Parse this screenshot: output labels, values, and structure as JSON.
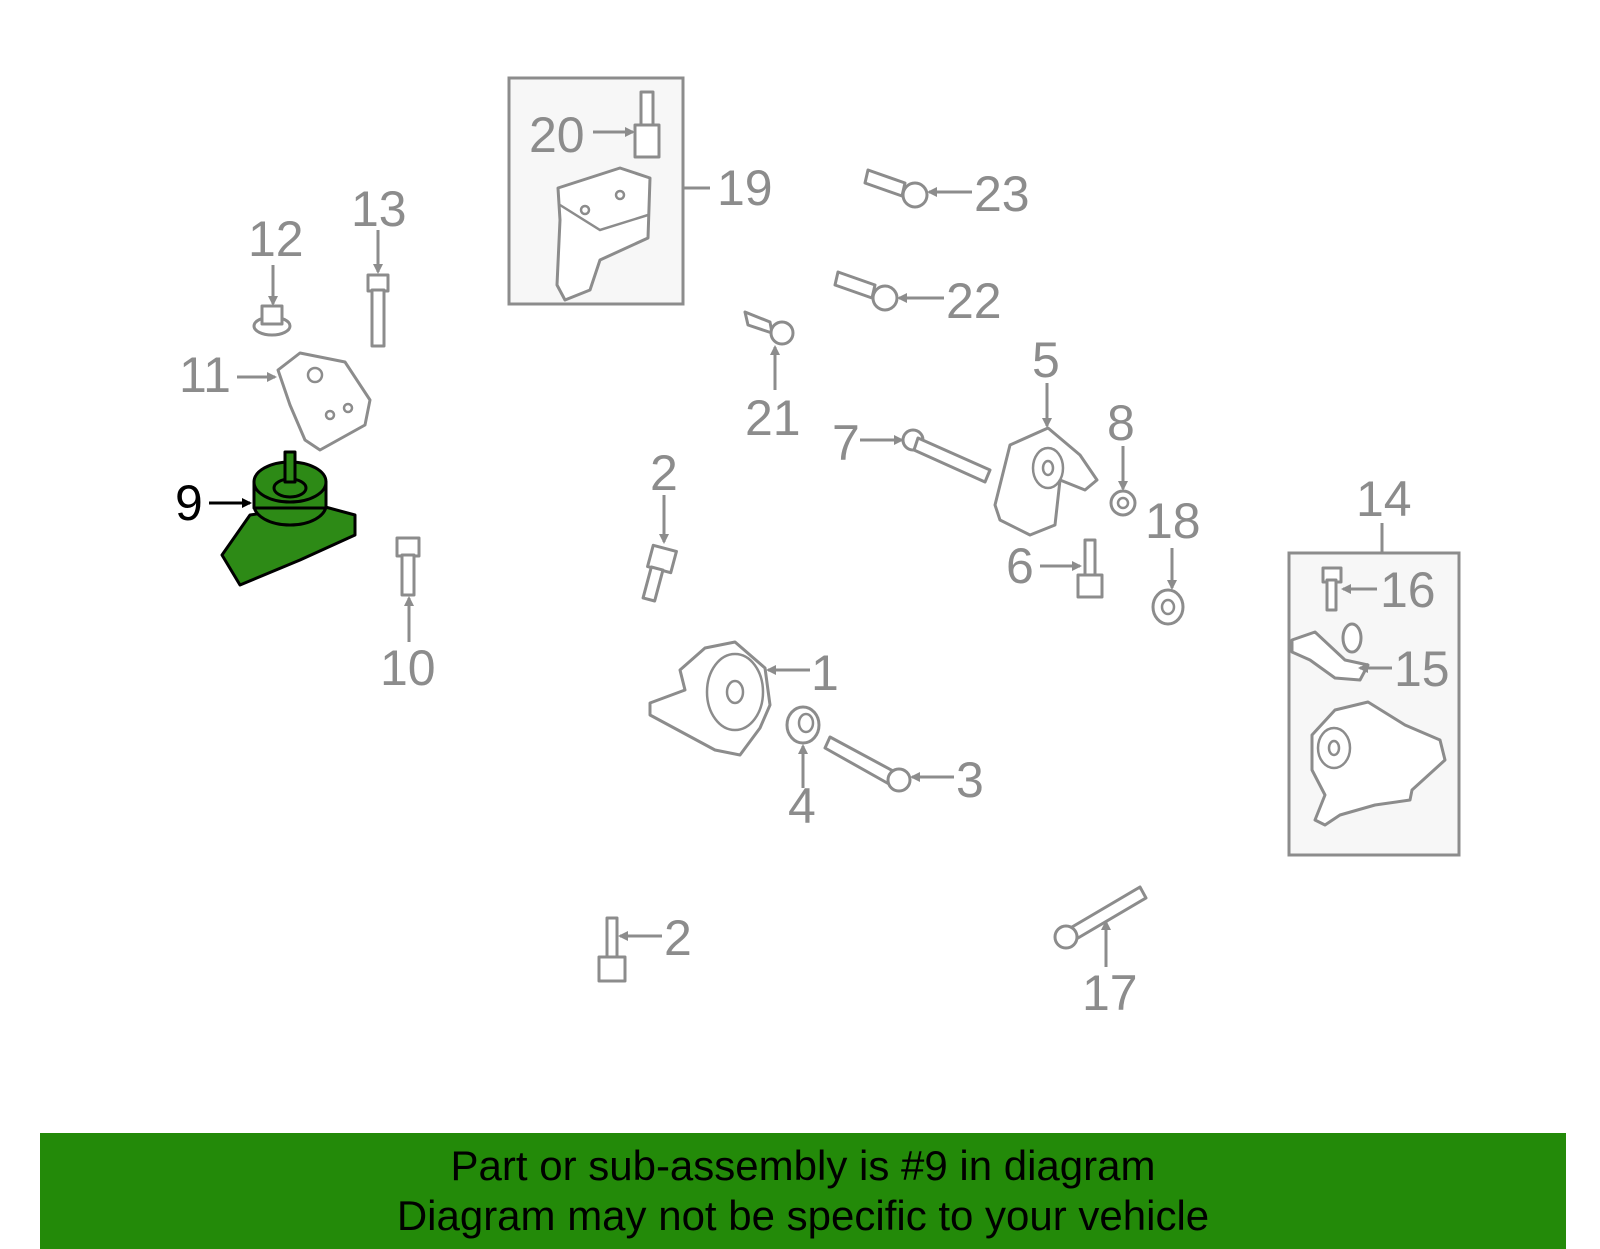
{
  "diagram": {
    "selected_part": "9",
    "colors": {
      "highlight": "#2d8a16",
      "line": "#8c8c8c",
      "banner": "#238a09"
    },
    "callouts": {
      "c1": "1",
      "c2a": "2",
      "c2b": "2",
      "c3": "3",
      "c4": "4",
      "c5": "5",
      "c6": "6",
      "c7": "7",
      "c8": "8",
      "c9": "9",
      "c10": "10",
      "c11": "11",
      "c12": "12",
      "c13": "13",
      "c14": "14",
      "c15": "15",
      "c16": "16",
      "c17": "17",
      "c18": "18",
      "c19": "19",
      "c20": "20",
      "c21": "21",
      "c22": "22",
      "c23": "23"
    }
  },
  "banner": {
    "line1": "Part or sub-assembly is #9 in diagram",
    "line2": "Diagram may not be specific to your vehicle"
  }
}
